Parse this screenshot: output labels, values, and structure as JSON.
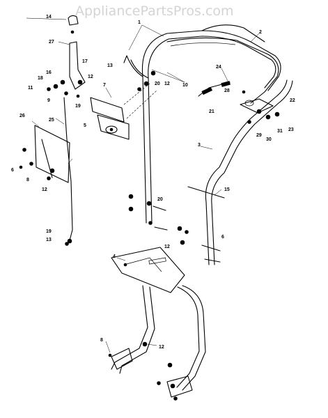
{
  "watermark": "AppliancePartsPros.com",
  "callouts": {
    "c1": "1",
    "c2": "2",
    "c3": "3",
    "c4": "4",
    "c5": "5",
    "c6a": "6",
    "c6b": "6",
    "c7": "7",
    "c8a": "8",
    "c8b": "8",
    "c9": "9",
    "c10": "10",
    "c11": "11",
    "c12a": "12",
    "c12b": "12",
    "c12c": "12",
    "c12d": "12",
    "c12e": "12",
    "c13a": "13",
    "c13b": "13",
    "c14": "14",
    "c15": "15",
    "c16": "16",
    "c17": "17",
    "c18": "18",
    "c19a": "19",
    "c19b": "19",
    "c20a": "20",
    "c20b": "20",
    "c21": "21",
    "c22": "22",
    "c23": "23",
    "c24": "24",
    "c25": "25",
    "c26": "26",
    "c27": "27",
    "c28": "28",
    "c29": "29",
    "c30": "30",
    "c31": "31"
  }
}
